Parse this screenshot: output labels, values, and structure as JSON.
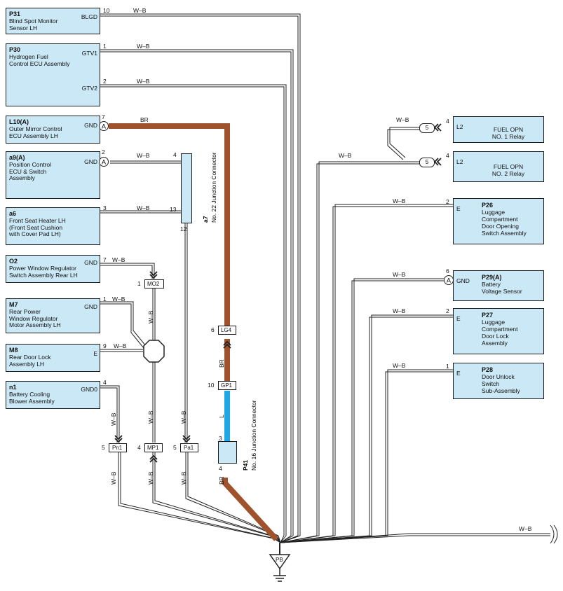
{
  "components_left": [
    {
      "key": "p31",
      "id": "P31",
      "name": "Blind Spot Monitor\nSensor LH",
      "pins": [
        {
          "label": "BLGD",
          "num": "10"
        }
      ]
    },
    {
      "key": "p30",
      "id": "P30",
      "name": "Hydrogen Fuel\nControl ECU Assembly",
      "pins": [
        {
          "label": "GTV1",
          "num": "1"
        },
        {
          "label": "GTV2",
          "num": "2"
        }
      ]
    },
    {
      "key": "l10",
      "id": "L10(A)",
      "name": "Outer Mirror Control\nECU Assembly LH",
      "pins": [
        {
          "label": "GND",
          "num": "7"
        }
      ]
    },
    {
      "key": "a9",
      "id": "a9(A)",
      "name": "Position Control\nECU & Switch\nAssembly",
      "pins": [
        {
          "label": "GND",
          "num": "2"
        }
      ]
    },
    {
      "key": "a6",
      "id": "a6",
      "name": "Front Seat Heater LH\n(Front Seat Cushion\nwith Cover Pad LH)",
      "pins": [
        {
          "label": "",
          "num": "3"
        }
      ]
    },
    {
      "key": "o2",
      "id": "O2",
      "name": "Power Window Regulator\nSwitch Assembly Rear LH",
      "pins": [
        {
          "label": "GND",
          "num": "7"
        }
      ]
    },
    {
      "key": "m7",
      "id": "M7",
      "name": "Rear Power\nWindow Regulator\nMotor Assembly LH",
      "pins": [
        {
          "label": "GND",
          "num": "1"
        }
      ]
    },
    {
      "key": "m8",
      "id": "M8",
      "name": "Rear Door Lock\nAssembly LH",
      "pins": [
        {
          "label": "E",
          "num": "9"
        }
      ]
    },
    {
      "key": "n1",
      "id": "n1",
      "name": "Battery Cooling\nBlower Assembly",
      "pins": [
        {
          "label": "GND0",
          "num": "4"
        }
      ]
    }
  ],
  "components_right": [
    {
      "key": "relay1",
      "id": "",
      "name": "FUEL OPN\nNO. 1 Relay",
      "pin_label": "L2",
      "pin_num": "4"
    },
    {
      "key": "relay2",
      "id": "",
      "name": "FUEL OPN\nNO. 2 Relay",
      "pin_label": "L2",
      "pin_num": "4"
    },
    {
      "key": "p26",
      "id": "P26",
      "name": "Luggage\nCompartment\nDoor Opening\nSwitch Assembly",
      "pin_label": "E",
      "pin_num": "2"
    },
    {
      "key": "p29",
      "id": "P29(A)",
      "name": "Battery\nVoltage Sensor",
      "pin_label": "GND",
      "pin_num": "6"
    },
    {
      "key": "p27",
      "id": "P27",
      "name": "Luggage\nCompartment\nDoor Lock\nAssembly",
      "pin_label": "E",
      "pin_num": "2"
    },
    {
      "key": "p28",
      "id": "P28",
      "name": "Door Unlock\nSwitch\nSub-Assembly",
      "pin_label": "E",
      "pin_num": "1"
    }
  ],
  "junctions": {
    "a7": {
      "id": "a7",
      "name": "No. 22 Junction Connector",
      "pins": [
        "4",
        "13",
        "12"
      ]
    },
    "p41": {
      "id": "P41",
      "name": "No. 16 Junction Connector",
      "pins": [
        "3",
        "4"
      ]
    }
  },
  "connectors": {
    "mo2": {
      "label": "MO2",
      "num": "1"
    },
    "pn1": {
      "label": "Pn1",
      "num": "5"
    },
    "mp1": {
      "label": "MP1",
      "num": "4"
    },
    "pa1": {
      "label": "Pa1",
      "num": "5"
    },
    "lg4": {
      "label": "LG4",
      "num": "6"
    },
    "gp1": {
      "label": "GP1",
      "num": "10"
    },
    "c5a": {
      "label": "5"
    },
    "c5b": {
      "label": "5"
    }
  },
  "ground": {
    "label": "PB"
  },
  "wire_colors": {
    "wb": "W–B",
    "br": "BR",
    "l": "L"
  },
  "circled_a": "A",
  "colors": {
    "component_fill": "#cbe8f6",
    "brown_wire": "#a0522d",
    "blue_wire": "#1ea7e8",
    "wire": "#222222"
  }
}
